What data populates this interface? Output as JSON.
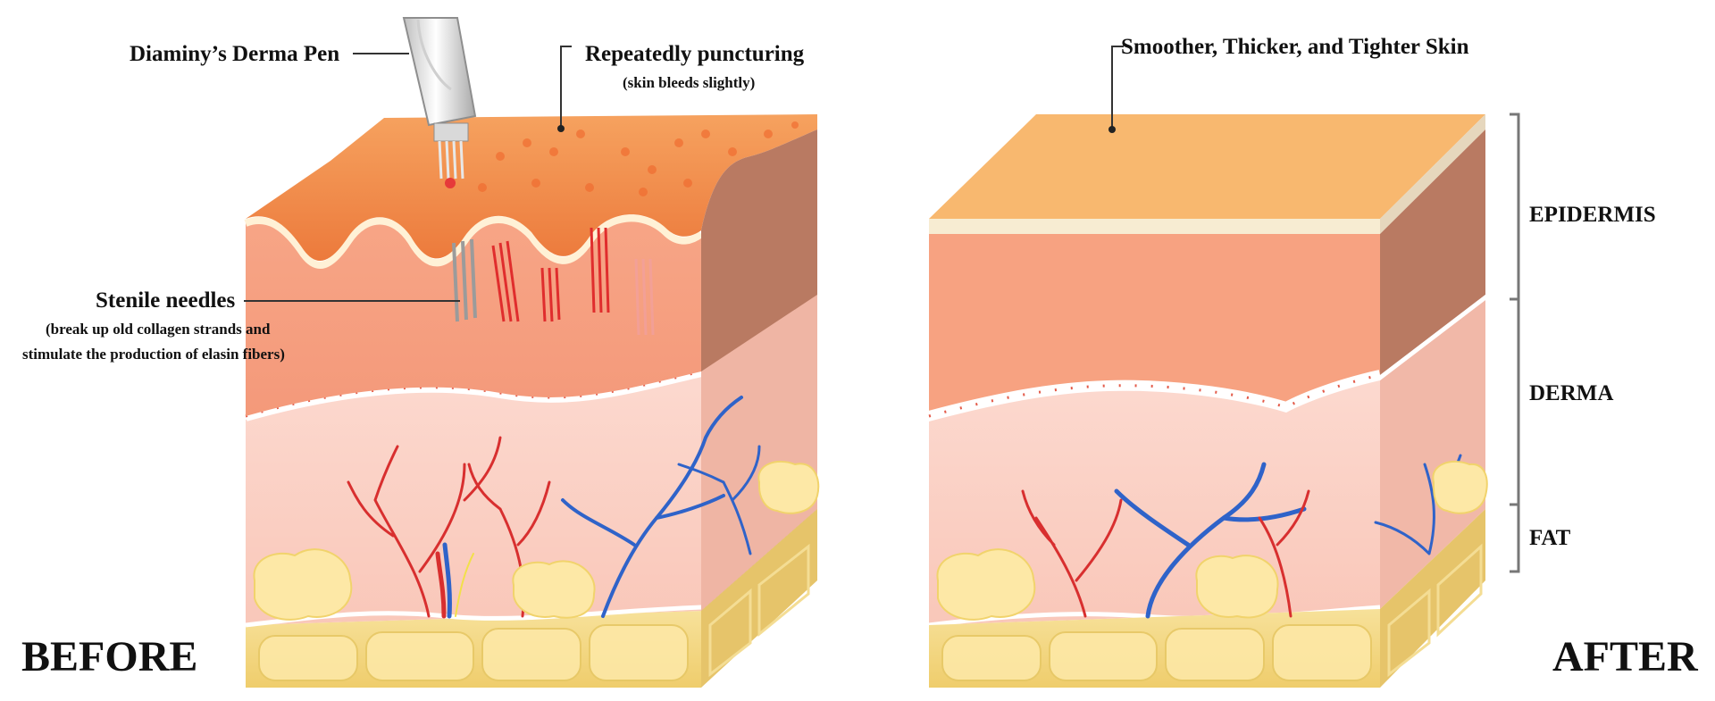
{
  "before": {
    "title": "BEFORE",
    "pen_label": "Diaminy’s Derma Pen",
    "puncture_label": "Repeatedly puncturing",
    "puncture_sub": "(skin bleeds slightly)",
    "needles_label": "Stenile needles",
    "needles_sub_1": "(break up old collagen strands and",
    "needles_sub_2": "stimulate the production of elasin fibers)"
  },
  "after": {
    "title": "AFTER",
    "top_label": "Smoother, Thicker, and Tighter Skin",
    "layers": [
      "EPIDERMIS",
      "DERMA",
      "FAT"
    ]
  },
  "colors": {
    "epidermis_top": "#f08a4a",
    "epidermis_side": "#f5a07e",
    "epidermis_right": "#b97a62",
    "after_top": "#f8b86f",
    "dermis": "#fbd2c6",
    "dermis_right": "#f1b8a8",
    "fat": "#f3d98a",
    "fat_cell": "#fde8a6",
    "artery": "#d82f2f",
    "vein": "#2f63c9"
  }
}
